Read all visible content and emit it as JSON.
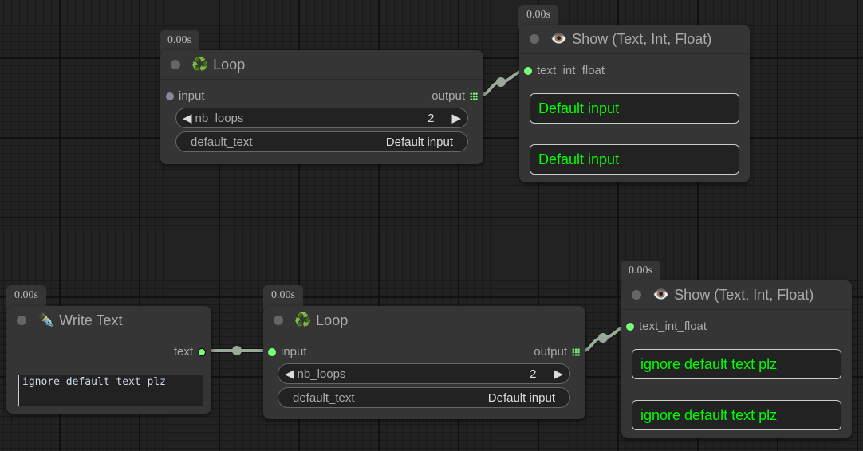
{
  "nodes": {
    "loop1": {
      "time": "0.00s",
      "title": "Loop",
      "icon": "♻️",
      "input": "input",
      "output": "output",
      "nb_loops_label": "nb_loops",
      "nb_loops_value": "2",
      "default_text_label": "default_text",
      "default_text_value": "Default input"
    },
    "show1": {
      "time": "0.00s",
      "title": "Show (Text, Int, Float)",
      "icon": "👁️",
      "input": "text_int_float",
      "outputs": [
        "Default input",
        "Default input"
      ]
    },
    "write": {
      "time": "0.00s",
      "title": "Write Text",
      "icon": "✒️",
      "output": "text",
      "text": "ignore default text plz"
    },
    "loop2": {
      "time": "0.00s",
      "title": "Loop",
      "icon": "♻️",
      "input": "input",
      "output": "output",
      "nb_loops_label": "nb_loops",
      "nb_loops_value": "2",
      "default_text_label": "default_text",
      "default_text_value": "Default input"
    },
    "show2": {
      "time": "0.00s",
      "title": "Show (Text, Int, Float)",
      "icon": "👁️",
      "input": "text_int_float",
      "outputs": [
        "ignore default text plz",
        "ignore default text plz"
      ]
    }
  },
  "colors": {
    "link": "#9aaa98",
    "string_slot": "#7f7",
    "output_text": "#00ff00"
  }
}
